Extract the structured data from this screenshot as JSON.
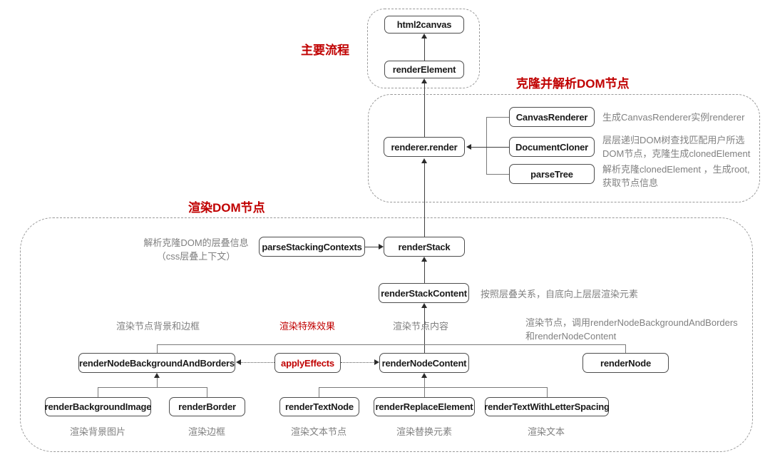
{
  "colors": {
    "accent_red": "#c00000",
    "box_border": "#4d4d4d",
    "annotation_gray": "#808080",
    "line": "#3f3f3f"
  },
  "headings": {
    "main_flow": "主要流程",
    "clone_parse": "克隆并解析DOM节点",
    "render_dom": "渲染DOM节点"
  },
  "nodes": {
    "html2canvas": "html2canvas",
    "render_element": "renderElement",
    "renderer_render": "renderer.render",
    "canvas_renderer": "CanvasRenderer",
    "document_cloner": "DocumentCloner",
    "parse_tree": "parseTree",
    "parse_stacking_contexts": "parseStackingContexts",
    "render_stack": "renderStack",
    "render_stack_content": "renderStackContent",
    "render_node_bg_borders": "renderNodeBackgroundAndBorders",
    "apply_effects": "applyEffects",
    "render_node_content": "renderNodeContent",
    "render_node": "renderNode",
    "render_background_image": "renderBackgroundImage",
    "render_border": "renderBorder",
    "render_text_node": "renderTextNode",
    "render_replace_element": "renderReplaceElement",
    "render_text_with_letter_spacing": "renderTextWithLetterSpacing"
  },
  "annotations": {
    "canvas_renderer": "生成CanvasRenderer实例renderer",
    "document_cloner_line1": "层层递归DOM树查找匹配用户所选",
    "document_cloner_line2": "DOM节点，克隆生成clonedElement",
    "parse_tree_line1": "解析克隆clonedElement ，生成root,",
    "parse_tree_line2": "获取节点信息",
    "stacking_line1": "解析克隆DOM的层叠信息",
    "stacking_line2": "（css层叠上下文）",
    "stack_content": "按照层叠关系，自底向上层层渲染元素",
    "bg_borders": "渲染节点背景和边框",
    "special_effects": "渲染特殊效果",
    "node_content": "渲染节点内容",
    "render_node_line1": "渲染节点，调用renderNodeBackgroundAndBorders",
    "render_node_line2": "和renderNodeContent",
    "bg_image": "渲染背景图片",
    "border": "渲染边框",
    "text_node": "渲染文本节点",
    "replace_element": "渲染替换元素",
    "text": "渲染文本"
  }
}
